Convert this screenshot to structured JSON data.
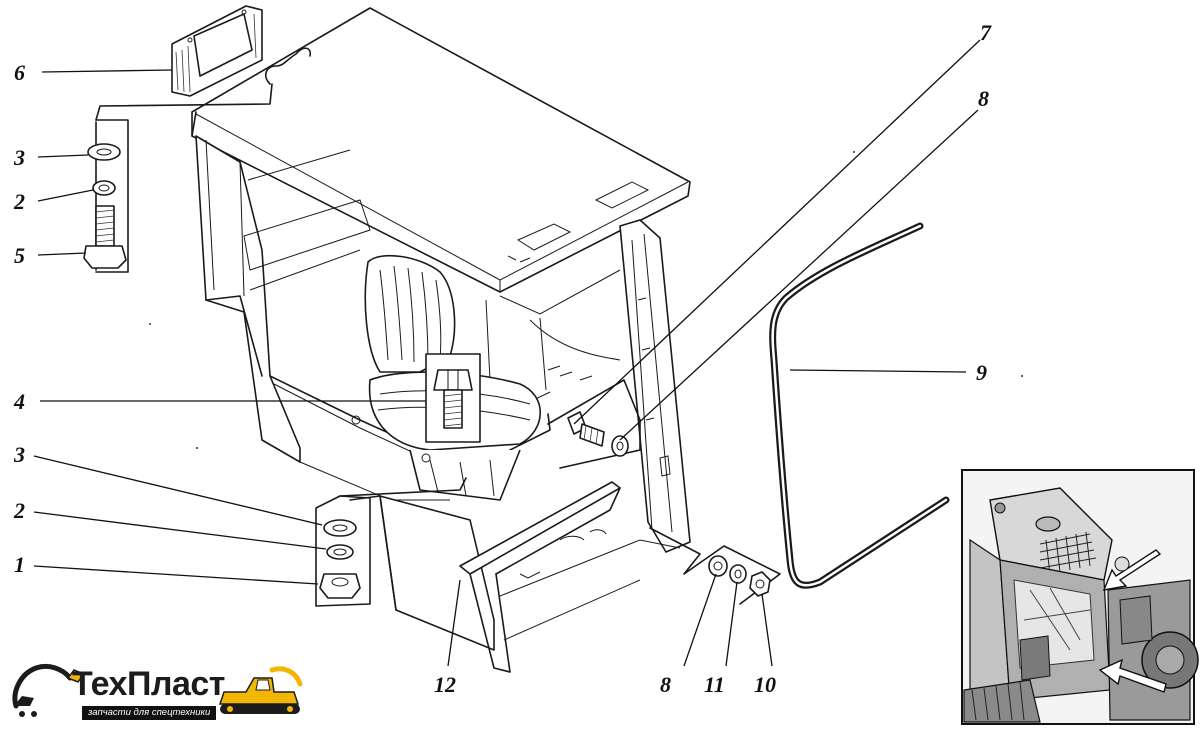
{
  "diagram": {
    "callouts": {
      "c6": "6",
      "c3_top": "3",
      "c2_top": "2",
      "c5": "5",
      "c4": "4",
      "c3_bottom": "3",
      "c2_bottom": "2",
      "c1": "1",
      "c7": "7",
      "c8_top": "8",
      "c9": "9",
      "c12": "12",
      "c8_bottom": "8",
      "c11": "11",
      "c10": "10"
    }
  },
  "logo": {
    "wordmark": "ТехПласт",
    "tagline": "запчасти для спецтехники",
    "colors": {
      "dark": "#1c1c1c",
      "accent": "#f2b705"
    }
  },
  "icons": [
    "excavator-logo-icon",
    "bulldozer-logo-icon"
  ]
}
